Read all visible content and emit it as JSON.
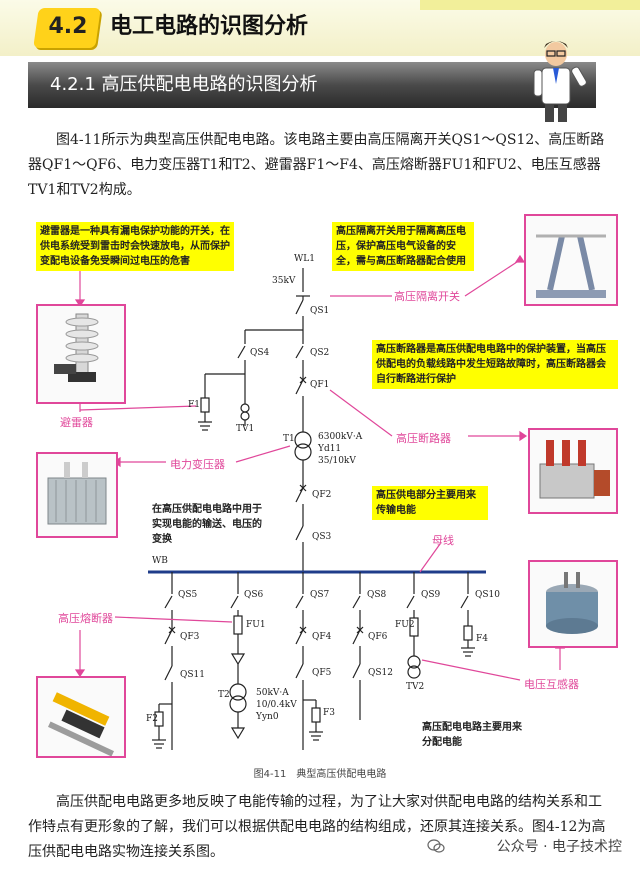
{
  "header": {
    "section_number": "4.2",
    "section_title": "电工电路的识图分析",
    "subsection_title": "4.2.1 高压供配电电路的识图分析"
  },
  "intro": "图4-11所示为典型高压供配电电路。该电路主要由高压隔离开关QS1～QS12、高压断路器QF1～QF6、电力变压器T1和T2、避雷器F1～F4、高压熔断器FU1和FU2、电压互感器TV1和TV2构成。",
  "callouts": {
    "arrester": "避雷器是一种具有漏电保护功能的开关，在供电系统受到雷击时会快速放电，从而保护变配电设备免受瞬间过电压的危害",
    "isolator": "高压隔离开关用于隔离高压电压，保护高压电气设备的安全，需与高压断路器配合使用",
    "breaker": "高压断路器是高压供配电电路中的保护装置，当高压供配电的负载线路中发生短路故障时，高压断路器会自行断路进行保护",
    "transformer": "在高压供配电电路中用于实现电能的输送、电压的变换",
    "supply": "高压供电部分主要用来传输电能",
    "distribution": "高压配电电路主要用来分配电能"
  },
  "pink_labels": {
    "arrester": "避雷器",
    "isolator": "高压隔离开关",
    "breaker": "高压断路器",
    "transformer": "电力变压器",
    "fuse": "高压熔断器",
    "vt": "电压互感器",
    "bus": "母线"
  },
  "diagram_labels": {
    "wl1": "WL1",
    "v35": "35kV",
    "qs1": "QS1",
    "qs2": "QS2",
    "qs3": "QS3",
    "qs4": "QS4",
    "qs5": "QS5",
    "qs6": "QS6",
    "qs7": "QS7",
    "qs8": "QS8",
    "qs9": "QS9",
    "qs10": "QS10",
    "qs11": "QS11",
    "qs12": "QS12",
    "qf1": "QF1",
    "qf2": "QF2",
    "qf3": "QF3",
    "qf4": "QF4",
    "qf5": "QF5",
    "qf6": "QF6",
    "f1": "F1",
    "f2": "F2",
    "f3": "F3",
    "f4": "F4",
    "tv1": "TV1",
    "tv2": "TV2",
    "t1": "T1",
    "t1_spec1": "6300kV·A",
    "t1_spec2": "Yd11",
    "t1_spec3": "35/10kV",
    "t2": "T2",
    "t2_spec1": "50kV·A",
    "t2_spec2": "10/0.4kV",
    "t2_spec3": "Yyn0",
    "fu1": "FU1",
    "fu2": "FU2",
    "wb": "WB"
  },
  "caption": "图4-11　典型高压供配电电路",
  "closing": "高压供配电电路更多地反映了电能传输的过程，为了让大家对供配电电路的结构关系和工作特点有更形象的了解，我们可以根据供配电电路的结构组成，还原其连接关系。图4-12为高压供配电电路实物连接关系图。",
  "watermark": "公众号 · 电子技术控",
  "colors": {
    "accent_yellow": "#ffd21a",
    "callout_yellow": "#ffff00",
    "pink": "#e0479a",
    "line_blue": "#1f3c8a"
  }
}
